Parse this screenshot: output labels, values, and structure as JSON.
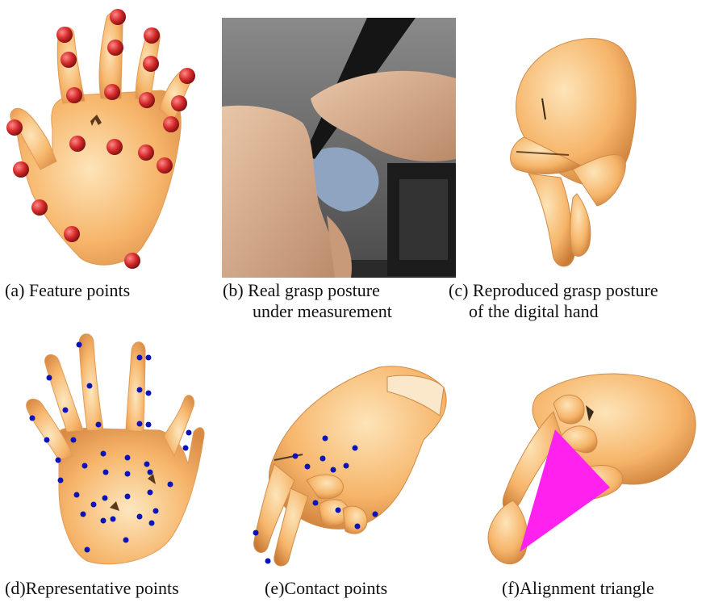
{
  "figure": {
    "panels": [
      {
        "id": "a",
        "caption_lines": [
          "(a) Feature points"
        ]
      },
      {
        "id": "b",
        "caption_lines": [
          "(b) Real grasp posture",
          "under measurement"
        ]
      },
      {
        "id": "c",
        "caption_lines": [
          "(c) Reproduced grasp posture",
          "of the digital hand"
        ]
      },
      {
        "id": "d",
        "caption_lines": [
          "(d)Representative points"
        ]
      },
      {
        "id": "e",
        "caption_lines": [
          "(e)Contact points"
        ]
      },
      {
        "id": "f",
        "caption_lines": [
          "(f)Alignment triangle"
        ]
      }
    ]
  },
  "colors": {
    "skin": "#f6b56a",
    "skin_light": "#fcd9a2",
    "skin_shadow": "#d98b45",
    "feature_point": "#d42a2a",
    "representative_point": "#0a14b8",
    "contact_point": "#0a14b8",
    "triangle": "#ff22ee",
    "photo_bg": "#6e6e6e"
  }
}
